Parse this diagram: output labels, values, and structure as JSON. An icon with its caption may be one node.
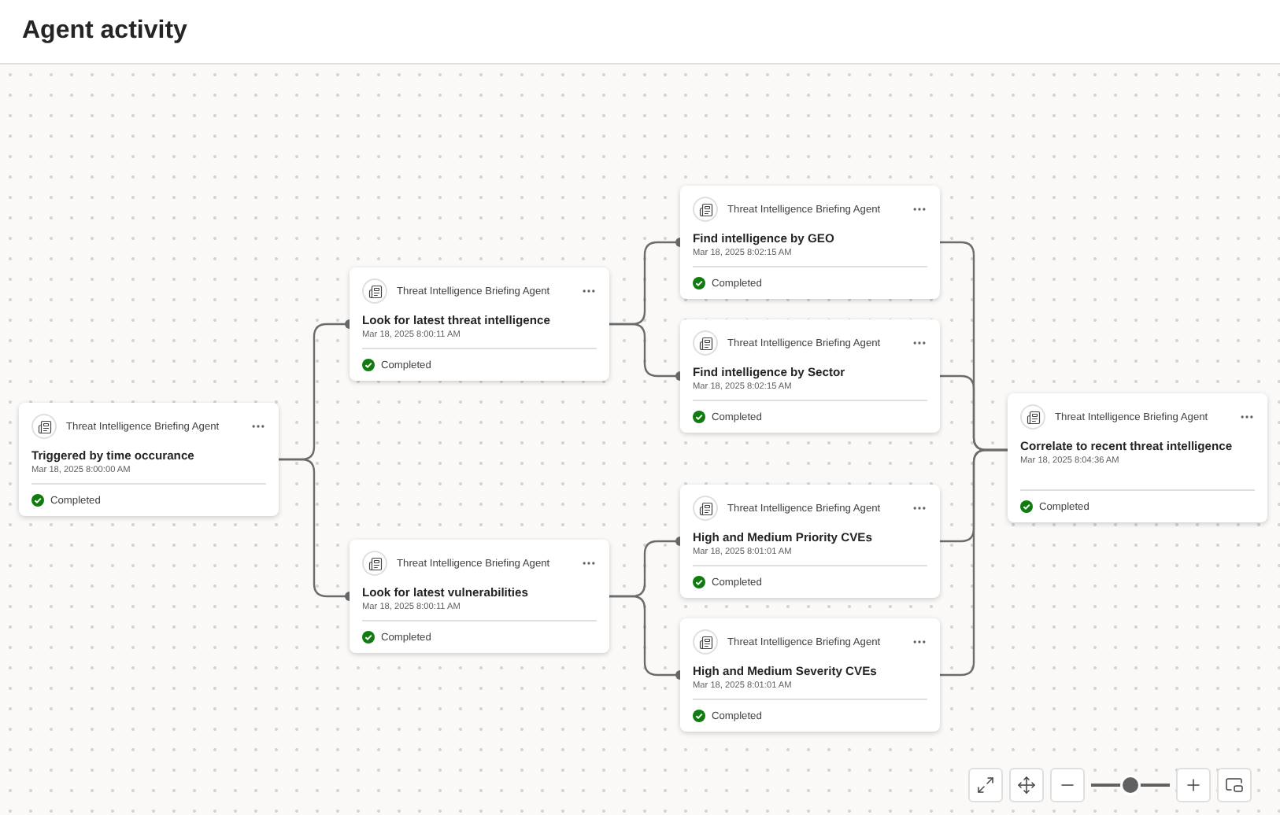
{
  "diagram": {
    "title": "Agent activity",
    "nodes": [
      {
        "text": [
          "Threat Intelligence Briefing Agent",
          "Triggered by time occurance",
          "Mar 18, 2025 8:00:00 AM",
          "Completed"
        ]
      },
      {
        "text": [
          "Threat Intelligence Briefing Agent",
          "Look for latest threat intelligence",
          "Mar 18, 2025 8:00:11 AM",
          "Completed"
        ]
      },
      {
        "text": [
          "Threat Intelligence Briefing Agent",
          "Look for latest vulnerabilities",
          "Mar 18, 2025 8:00:11 AM",
          "Completed"
        ]
      },
      {
        "text": [
          "Threat Intelligence Briefing Agent",
          "Find intelligence by GEO",
          "Mar 18, 2025 8:02:15 AM",
          "Completed"
        ]
      },
      {
        "text": [
          "Threat Intelligence Briefing Agent",
          "Find intelligence by Sector",
          "Mar 18, 2025 8:02:15 AM",
          "Completed"
        ]
      },
      {
        "text": [
          "Threat Intelligence Briefing Agent",
          "High and Medium Priority CVEs",
          "Mar 18, 2025 8:01:01 AM",
          "Completed"
        ]
      },
      {
        "text": [
          "Threat Intelligence Briefing Agent",
          "High and Medium Severity CVEs",
          "Mar 18, 2025 8:01:01 AM",
          "Completed"
        ]
      },
      {
        "text": [
          "Threat Intelligence Briefing Agent",
          "Correlate to recent threat intelligence",
          "Mar 18, 2025 8:04:36 AM",
          "Completed"
        ]
      }
    ],
    "edges": [
      {
        "from": 0,
        "to": 1,
        "arrow": "other"
      },
      {
        "from": 0,
        "to": 2,
        "arrow": "other"
      },
      {
        "from": 1,
        "to": 3,
        "arrow": "other"
      },
      {
        "from": 1,
        "to": 4,
        "arrow": "other"
      },
      {
        "from": 2,
        "to": 5,
        "arrow": "other"
      },
      {
        "from": 2,
        "to": 6,
        "arrow": "other"
      },
      {
        "from": 3,
        "to": 7,
        "arrow": "none"
      },
      {
        "from": 4,
        "to": 7,
        "arrow": "none"
      },
      {
        "from": 5,
        "to": 7,
        "arrow": "none"
      },
      {
        "from": 6,
        "to": 7,
        "arrow": "none"
      }
    ]
  }
}
